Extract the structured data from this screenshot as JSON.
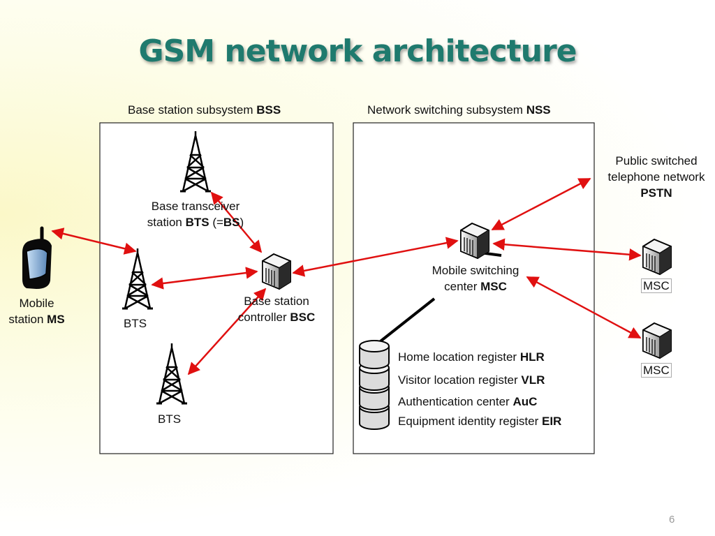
{
  "title": "GSM network architecture",
  "page_number": "6",
  "bss": {
    "label": "Base station subsystem ",
    "abbr": "BSS"
  },
  "nss": {
    "label": "Network switching subsystem ",
    "abbr": "NSS"
  },
  "ms": {
    "line1": "Mobile",
    "line2": "station ",
    "abbr": "MS"
  },
  "bts_top": {
    "line1": "Base transceiver",
    "line2": "station ",
    "abbr": "BTS",
    "paren_open": " (=",
    "alias": "BS",
    "paren_close": ")"
  },
  "bts_mid": {
    "label": "BTS"
  },
  "bts_bottom": {
    "label": "BTS"
  },
  "bsc": {
    "line1": "Base station",
    "line2": "controller ",
    "abbr": "BSC"
  },
  "msc": {
    "line1": "Mobile switching",
    "line2": "center ",
    "abbr": "MSC"
  },
  "pstn": {
    "line1": "Public switched",
    "line2": "telephone network",
    "abbr": "PSTN"
  },
  "msc_right_1": {
    "label": "MSC"
  },
  "msc_right_2": {
    "label": "MSC"
  },
  "registers": [
    {
      "label": "Home location register ",
      "abbr": "HLR"
    },
    {
      "label": "Visitor location register ",
      "abbr": "VLR"
    },
    {
      "label": "Authentication center ",
      "abbr": "AuC"
    },
    {
      "label": "Equipment identity register ",
      "abbr": "EIR"
    }
  ],
  "colors": {
    "title": "#1f7a6e",
    "link": "#e01010",
    "box_border": "#222222"
  }
}
